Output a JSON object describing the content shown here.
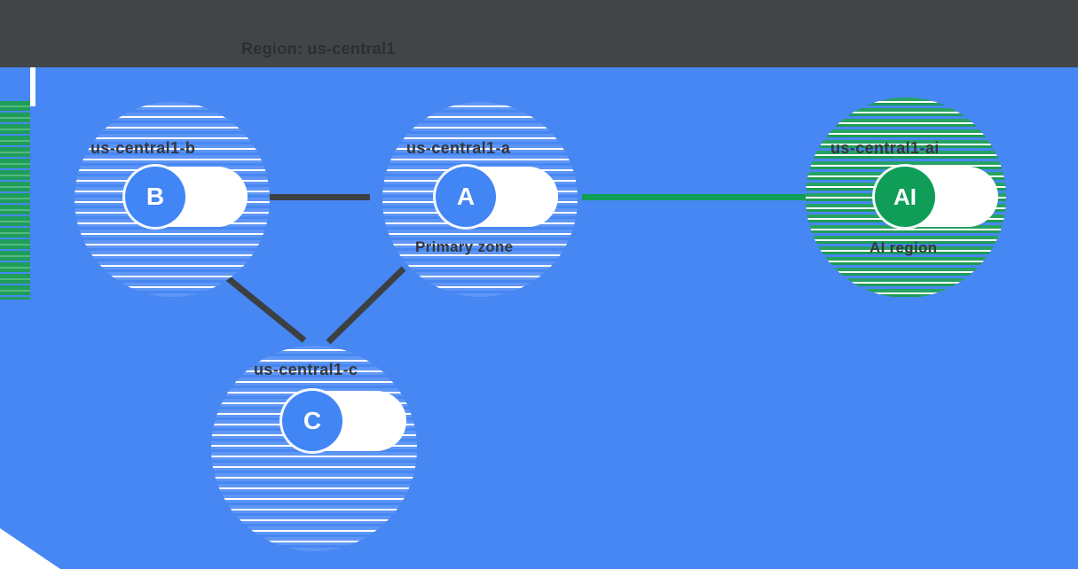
{
  "header": {
    "title": "Region: us-central1"
  },
  "zones": [
    {
      "id": "b",
      "letter": "B",
      "label": "us-central1-b"
    },
    {
      "id": "a",
      "letter": "A",
      "label": "us-central1-a",
      "sublabel": "Primary zone"
    },
    {
      "id": "c",
      "letter": "C",
      "label": "us-central1-c"
    },
    {
      "id": "ai",
      "letter": "AI",
      "label": "us-central1-ai",
      "sublabel": "AI region"
    }
  ],
  "connections": [
    {
      "from": "B",
      "to": "A",
      "style": "dark horizontal line"
    },
    {
      "from": "B",
      "to": "C",
      "style": "dark diagonal line"
    },
    {
      "from": "A",
      "to": "C",
      "style": "dark diagonal line"
    },
    {
      "from": "A",
      "to": "AI",
      "style": "green horizontal line"
    }
  ],
  "colors": {
    "background_blue": "#4787f3",
    "node_blue": "#4285f4",
    "node_green": "#0f9d58",
    "line_dark": "#3c4043",
    "header_band": "#424448",
    "pill_white": "#ffffff"
  }
}
